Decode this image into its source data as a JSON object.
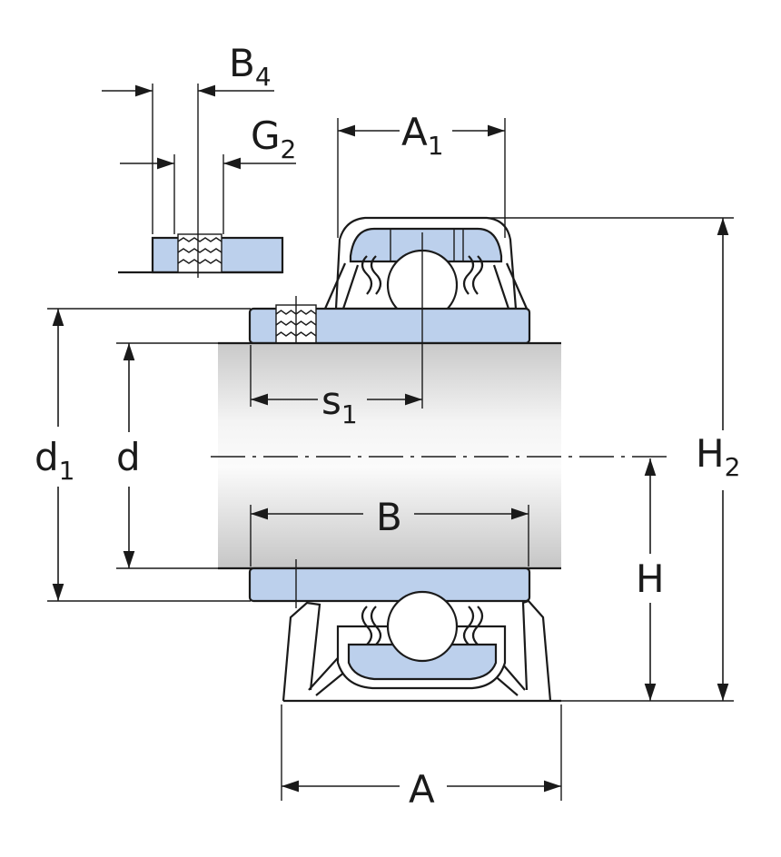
{
  "colors": {
    "steel_blue": "#bcd0ec",
    "shaft_light": "#f2f2f2",
    "shaft_dark": "#c8c8c8",
    "line": "#1a1a1a",
    "background": "#ffffff"
  },
  "labels": {
    "B4": {
      "main": "B",
      "sub": "4"
    },
    "G2": {
      "main": "G",
      "sub": "2"
    },
    "A1": {
      "main": "A",
      "sub": "1"
    },
    "s1": {
      "main": "s",
      "sub": "1"
    },
    "d1": {
      "main": "d",
      "sub": "1"
    },
    "d": {
      "main": "d"
    },
    "B": {
      "main": "B"
    },
    "H2": {
      "main": "H",
      "sub": "2"
    },
    "H": {
      "main": "H"
    },
    "A": {
      "main": "A"
    }
  }
}
